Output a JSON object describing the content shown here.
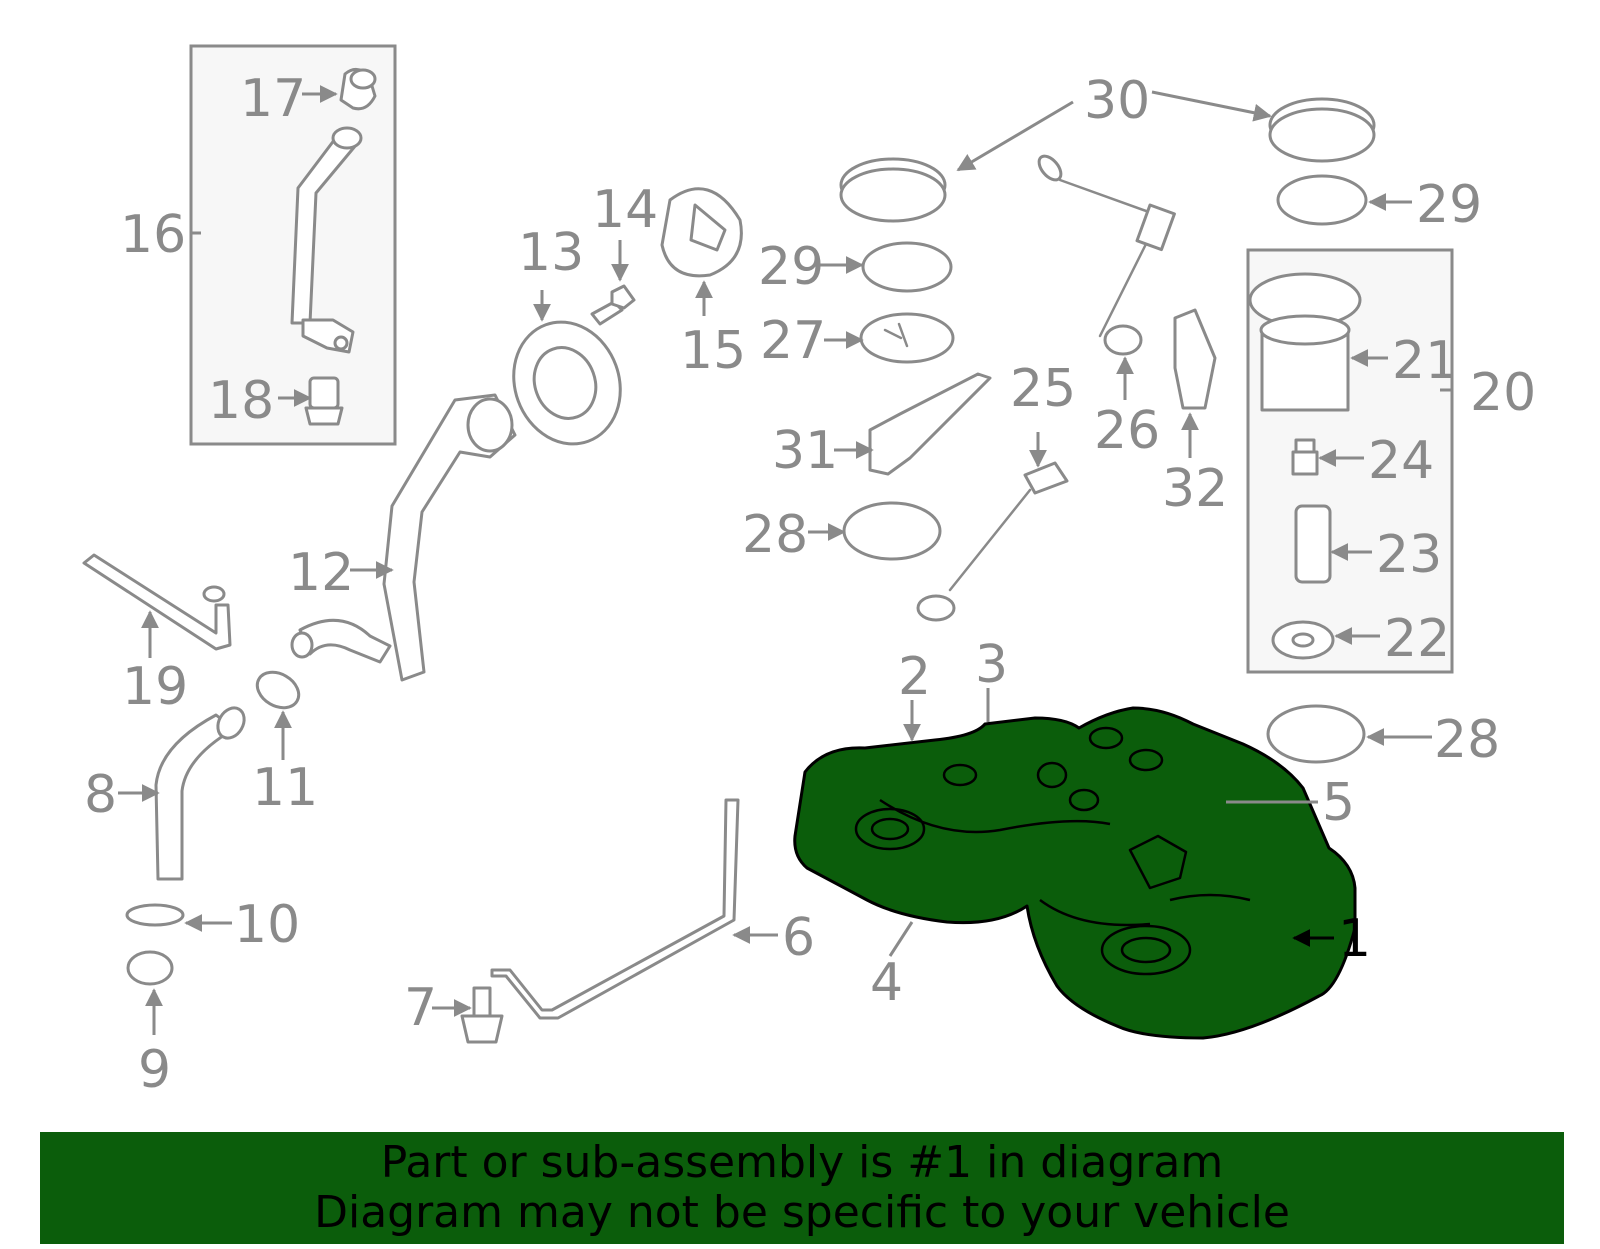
{
  "callouts": {
    "c1": "1",
    "c2": "2",
    "c3": "3",
    "c4": "4",
    "c5": "5",
    "c6": "6",
    "c7": "7",
    "c8": "8",
    "c9": "9",
    "c10": "10",
    "c11": "11",
    "c12": "12",
    "c13": "13",
    "c14": "14",
    "c15": "15",
    "c16": "16",
    "c17": "17",
    "c18": "18",
    "c19": "19",
    "c20": "20",
    "c21": "21",
    "c22": "22",
    "c23": "23",
    "c24": "24",
    "c25": "25",
    "c26": "26",
    "c27": "27",
    "c28a": "28",
    "c28b": "28",
    "c29a": "29",
    "c29b": "29",
    "c30": "30",
    "c31": "31",
    "c32": "32"
  },
  "highlight_part": "1",
  "colors": {
    "highlight": "#0b5d0b",
    "line": "#8a8a8a",
    "footer_bg": "#0b5d0b",
    "footer_text": "#000000"
  },
  "footer": {
    "line1": "Part or sub-assembly is #1 in diagram",
    "line2": "Diagram may not be specific to your vehicle"
  }
}
